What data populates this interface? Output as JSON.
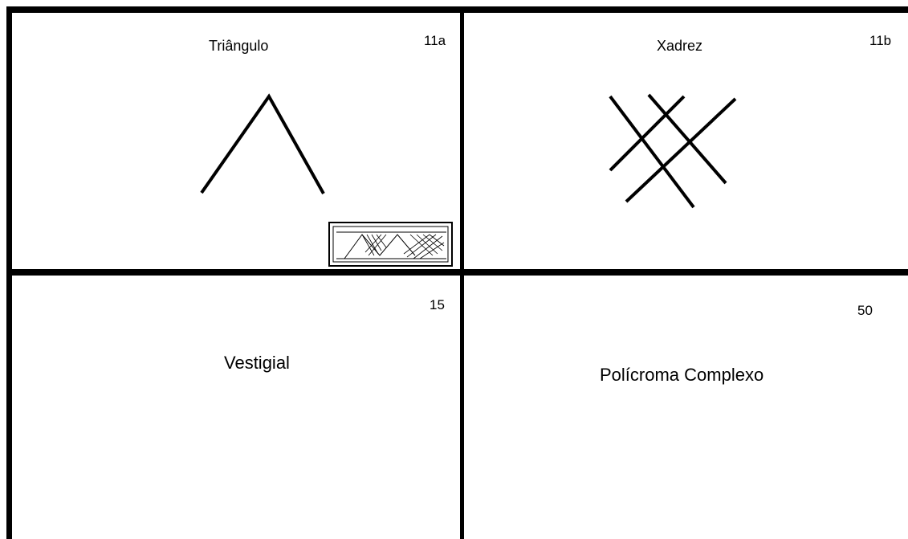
{
  "panels": [
    {
      "id": "11a",
      "number": "11a",
      "title": "Triângulo",
      "motif": "triangle-motif"
    },
    {
      "id": "11b",
      "number": "11b",
      "title": "Xadrez",
      "motif": "crosshatch-motif"
    },
    {
      "id": "15",
      "number": "15",
      "title": "Vestigial"
    },
    {
      "id": "50",
      "number": "50",
      "title": "Polícroma Complexo"
    }
  ],
  "colors": {
    "stroke": "#000000",
    "background": "#ffffff"
  }
}
